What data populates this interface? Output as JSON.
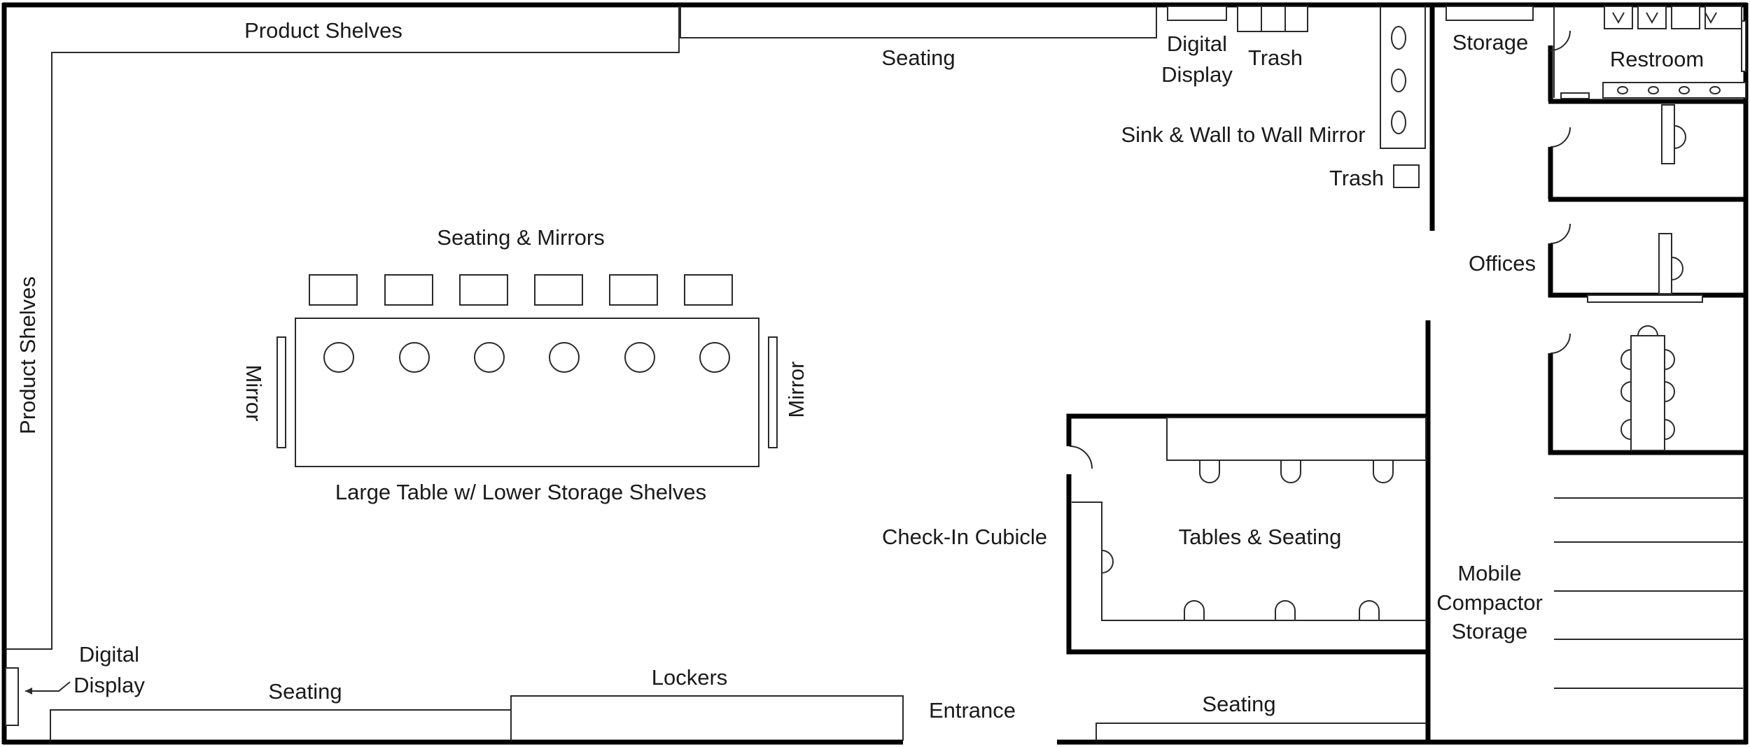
{
  "floorplan": {
    "labels": {
      "product_shelves_top": "Product Shelves",
      "product_shelves_left": "Product Shelves",
      "seating_top": "Seating",
      "digital_display_top_line1": "Digital",
      "digital_display_top_line2": "Display",
      "trash_top": "Trash",
      "storage": "Storage",
      "restroom": "Restroom",
      "sink_mirror": "Sink & Wall to Wall Mirror",
      "trash_mid": "Trash",
      "offices": "Offices",
      "seating_mirrors": "Seating & Mirrors",
      "mirror_left": "Mirror",
      "mirror_right": "Mirror",
      "large_table": "Large Table w/ Lower Storage Shelves",
      "check_in": "Check-In Cubicle",
      "tables_seating": "Tables & Seating",
      "mobile_line1": "Mobile",
      "mobile_line2": "Compactor",
      "mobile_line3": "Storage",
      "digital_display_bottom_line1": "Digital",
      "digital_display_bottom_line2": "Display",
      "seating_bottom_left": "Seating",
      "lockers": "Lockers",
      "entrance": "Entrance",
      "seating_bottom_right": "Seating"
    }
  }
}
